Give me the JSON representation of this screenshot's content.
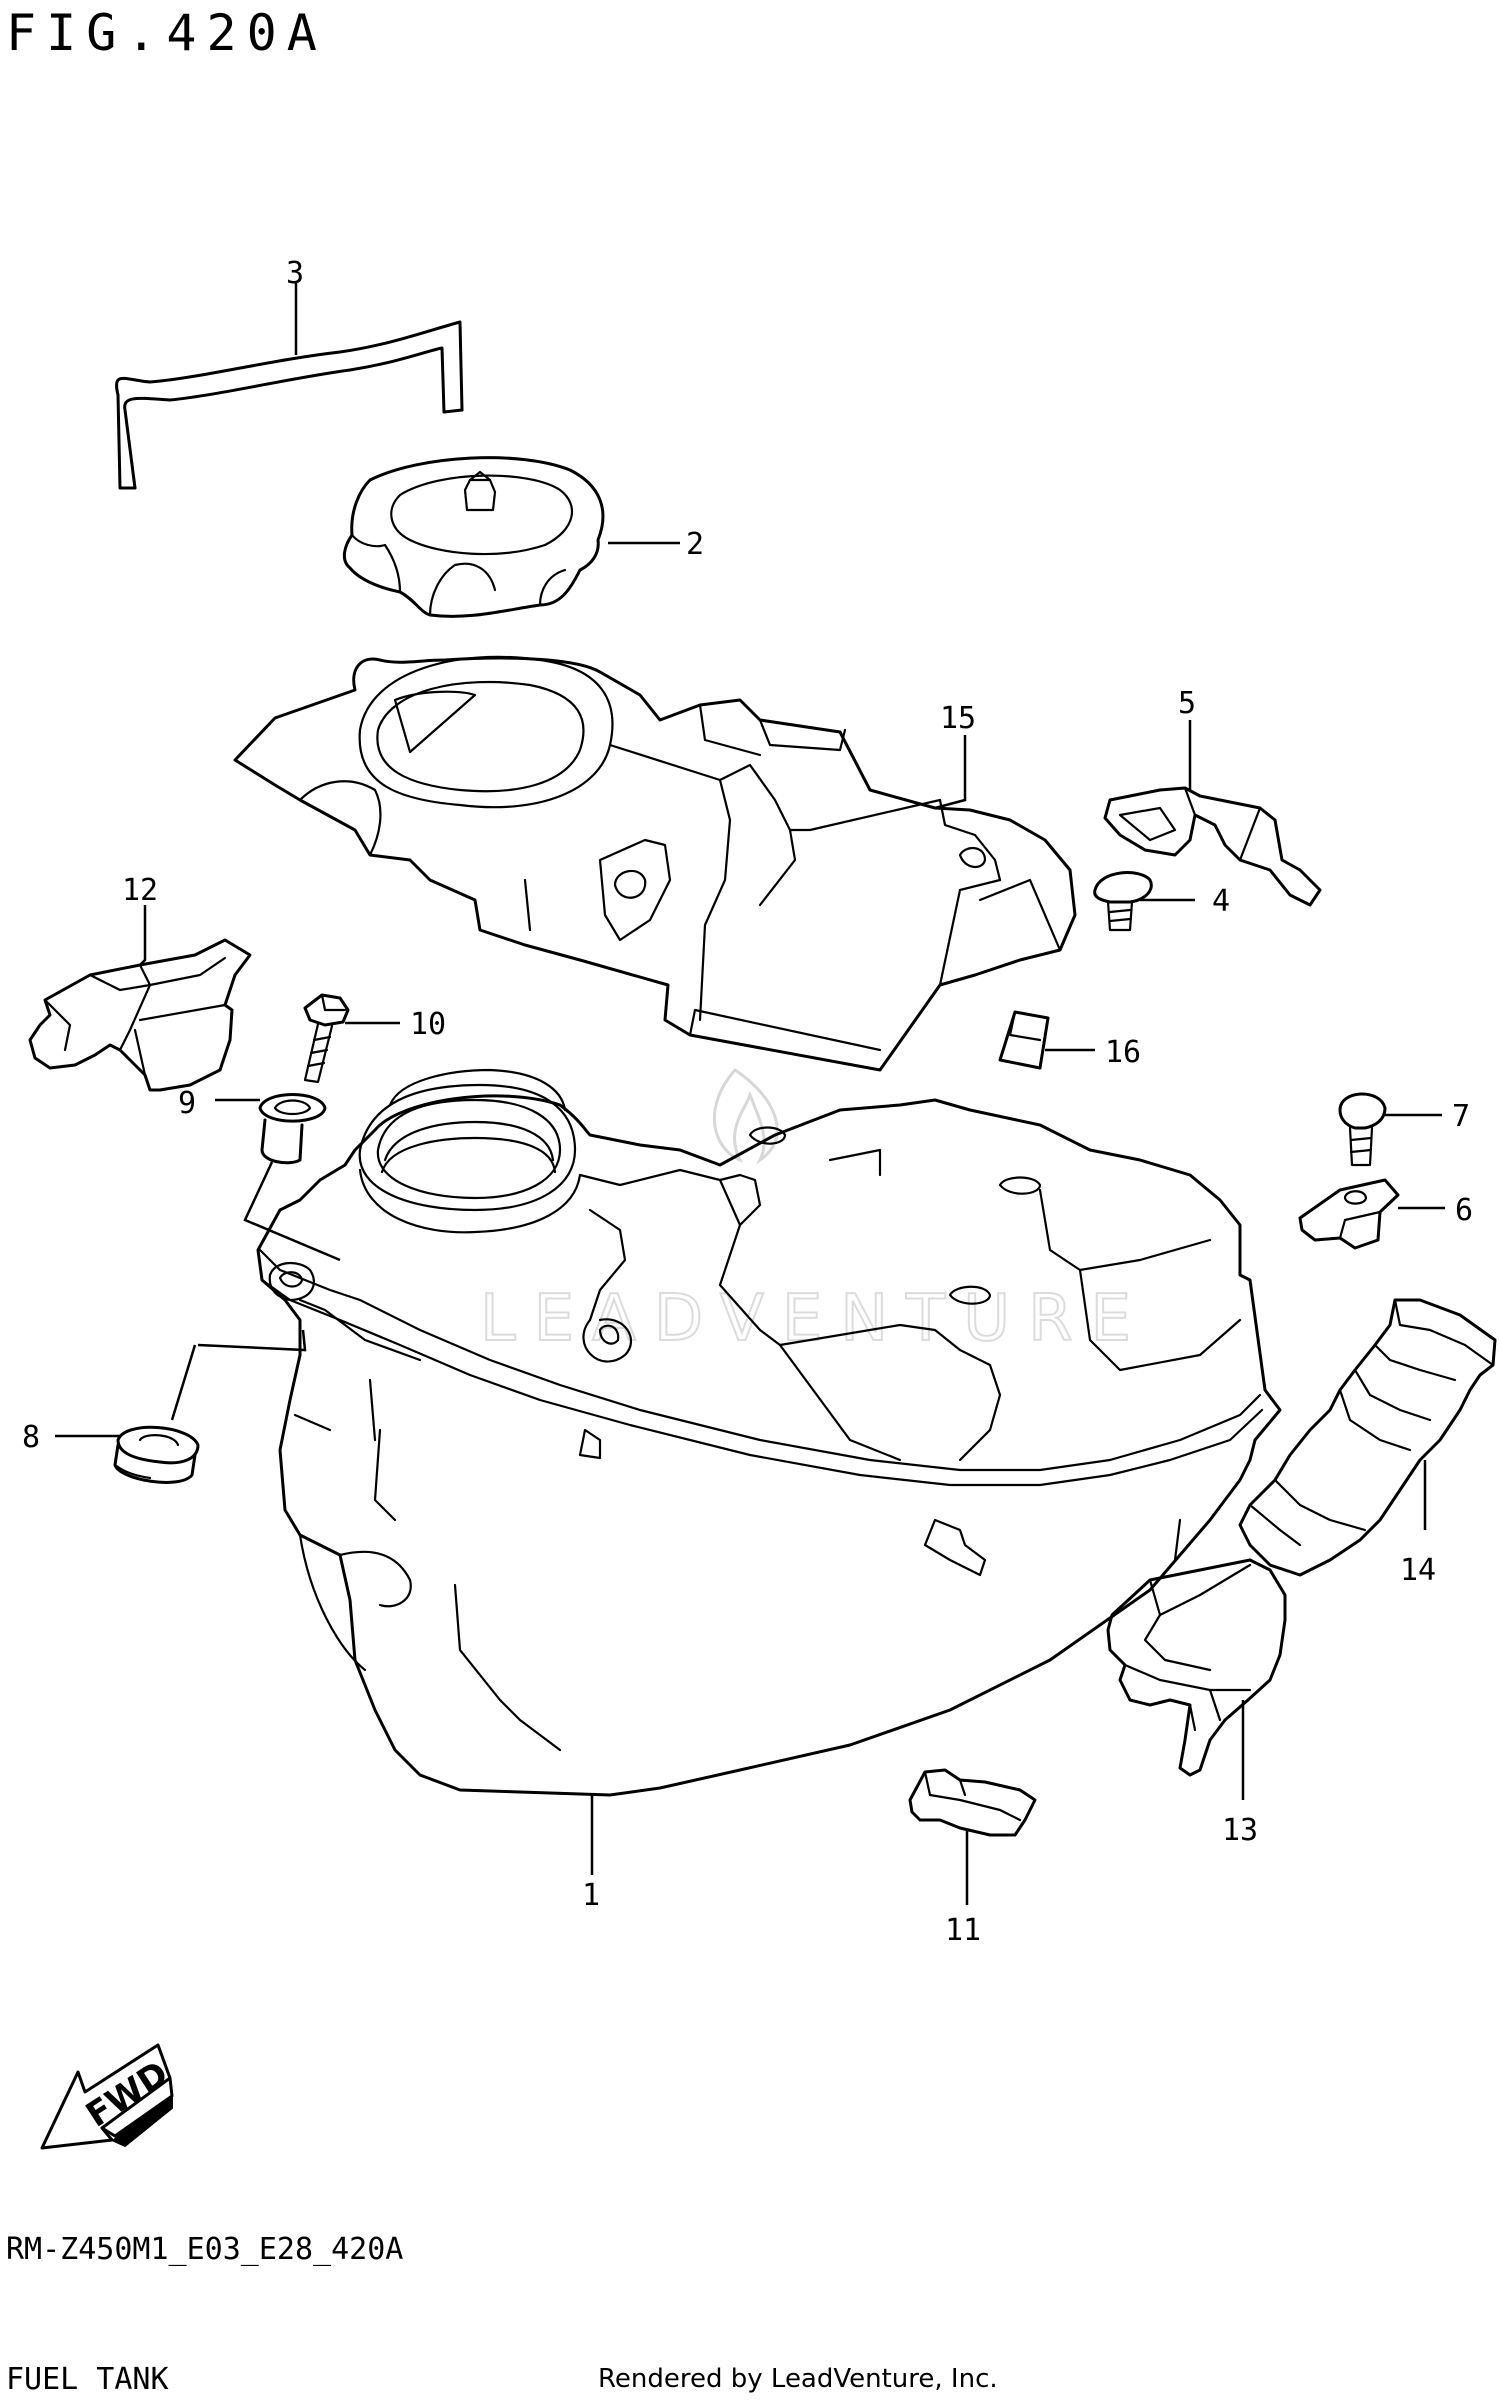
{
  "header": {
    "figure_title": "FIG.420A"
  },
  "footer": {
    "model_code": "RM-Z450M1_E03_E28_420A",
    "figure_name": "FUEL TANK",
    "rendered_by": "Rendered by LeadVenture, Inc."
  },
  "watermark": {
    "text": "LEADVENTURE"
  },
  "fwd_arrow": {
    "label": "FWD"
  },
  "callouts": [
    "1",
    "2",
    "3",
    "4",
    "5",
    "6",
    "7",
    "8",
    "9",
    "10",
    "11",
    "12",
    "13",
    "14",
    "15",
    "16"
  ]
}
